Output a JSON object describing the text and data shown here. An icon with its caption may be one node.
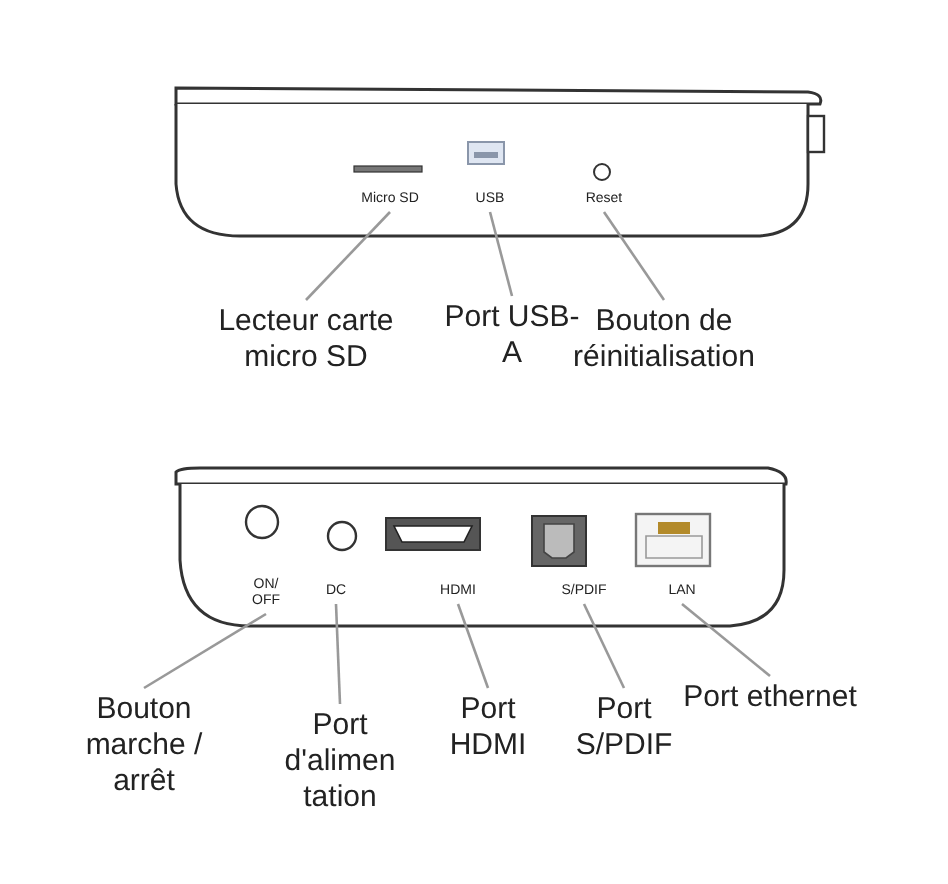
{
  "diagram": {
    "nodes": [
      {
        "text": [
          "Micro SD"
        ]
      },
      {
        "text": [
          "USB"
        ]
      },
      {
        "text": [
          "Reset"
        ]
      },
      {
        "text": [
          "Lecteur carte micro SD"
        ]
      },
      {
        "text": [
          "Port USB-A"
        ]
      },
      {
        "text": [
          "Bouton de réinitialisation"
        ]
      },
      {
        "text": [
          "ON/ OFF"
        ]
      },
      {
        "text": [
          "DC"
        ]
      },
      {
        "text": [
          "HDMI"
        ]
      },
      {
        "text": [
          "S/PDIF"
        ]
      },
      {
        "text": [
          "LAN"
        ]
      },
      {
        "text": [
          "Bouton marche / arrêt"
        ]
      },
      {
        "text": [
          "Port d'alimen tation"
        ]
      },
      {
        "text": [
          "Port HDMI"
        ]
      },
      {
        "text": [
          "Port S/PDIF"
        ]
      },
      {
        "text": [
          "Port ethernet"
        ]
      }
    ],
    "edges": [
      {
        "from": 3,
        "to": 0,
        "arrow": "none"
      },
      {
        "from": 4,
        "to": 1,
        "arrow": "none"
      },
      {
        "from": 5,
        "to": 2,
        "arrow": "none"
      },
      {
        "from": 11,
        "to": 6,
        "arrow": "none"
      },
      {
        "from": 12,
        "to": 7,
        "arrow": "none"
      },
      {
        "from": 13,
        "to": 8,
        "arrow": "none"
      },
      {
        "from": 14,
        "to": 9,
        "arrow": "none"
      },
      {
        "from": 15,
        "to": 10,
        "arrow": "none"
      }
    ]
  }
}
